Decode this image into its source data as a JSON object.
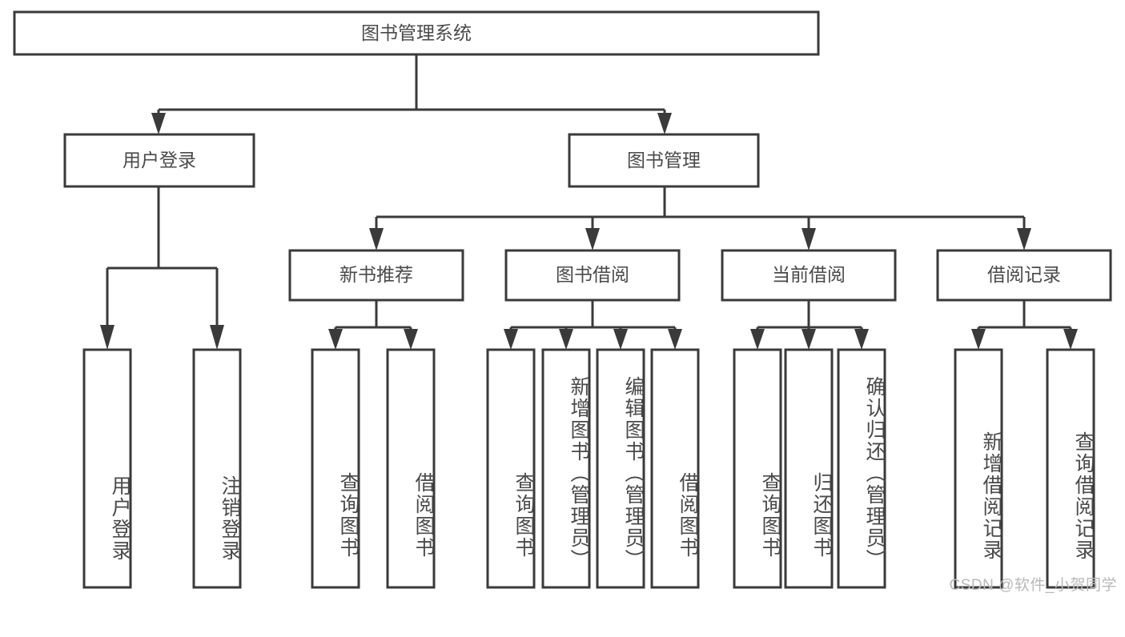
{
  "diagram": {
    "title": "图书管理系统",
    "type": "functional-hierarchy-tree",
    "watermark": "CSDN @软件_小贺同学",
    "levels": [
      {
        "level": 1,
        "nodes": [
          {
            "id": "root",
            "label": "图书管理系统",
            "orientation": "horizontal"
          }
        ]
      },
      {
        "level": 2,
        "nodes": [
          {
            "id": "user-login",
            "label": "用户登录",
            "orientation": "horizontal",
            "parent": "root"
          },
          {
            "id": "book-manage",
            "label": "图书管理",
            "orientation": "horizontal",
            "parent": "root"
          }
        ]
      },
      {
        "level": 3,
        "nodes": [
          {
            "id": "new-book-recommend",
            "label": "新书推荐",
            "orientation": "horizontal",
            "parent": "book-manage"
          },
          {
            "id": "book-borrow",
            "label": "图书借阅",
            "orientation": "horizontal",
            "parent": "book-manage"
          },
          {
            "id": "current-borrow",
            "label": "当前借阅",
            "orientation": "horizontal",
            "parent": "book-manage"
          },
          {
            "id": "borrow-record",
            "label": "借阅记录",
            "orientation": "horizontal",
            "parent": "book-manage"
          }
        ]
      },
      {
        "level": 4,
        "nodes": [
          {
            "id": "leaf-user-login",
            "label": "用户登录",
            "orientation": "vertical",
            "parent": "user-login"
          },
          {
            "id": "leaf-user-logout",
            "label": "注销登录",
            "orientation": "vertical",
            "parent": "user-login"
          },
          {
            "id": "leaf-query-book-1",
            "label": "查询图书",
            "orientation": "vertical",
            "parent": "new-book-recommend"
          },
          {
            "id": "leaf-borrow-book-1",
            "label": "借阅图书",
            "orientation": "vertical",
            "parent": "new-book-recommend"
          },
          {
            "id": "leaf-query-book-2",
            "label": "查询图书",
            "orientation": "vertical",
            "parent": "book-borrow"
          },
          {
            "id": "leaf-add-book",
            "label": "新增图书（管理员）",
            "orientation": "vertical",
            "parent": "book-borrow"
          },
          {
            "id": "leaf-edit-book",
            "label": "编辑图书（管理员）",
            "orientation": "vertical",
            "parent": "book-borrow"
          },
          {
            "id": "leaf-borrow-book-2",
            "label": "借阅图书",
            "orientation": "vertical",
            "parent": "book-borrow"
          },
          {
            "id": "leaf-query-book-3",
            "label": "查询图书",
            "orientation": "vertical",
            "parent": "current-borrow"
          },
          {
            "id": "leaf-return-book",
            "label": "归还图书",
            "orientation": "vertical",
            "parent": "current-borrow"
          },
          {
            "id": "leaf-confirm-return",
            "label": "确认归还（管理员）",
            "orientation": "vertical",
            "parent": "current-borrow"
          },
          {
            "id": "leaf-add-record",
            "label": "新增借阅记录",
            "orientation": "vertical",
            "parent": "borrow-record"
          },
          {
            "id": "leaf-query-record",
            "label": "查询借阅记录",
            "orientation": "vertical",
            "parent": "borrow-record"
          }
        ]
      }
    ],
    "colors": {
      "stroke": "#3a3a3a",
      "fill": "#ffffff",
      "text": "#4a4a4a",
      "watermark": "#b9b9b9"
    }
  }
}
